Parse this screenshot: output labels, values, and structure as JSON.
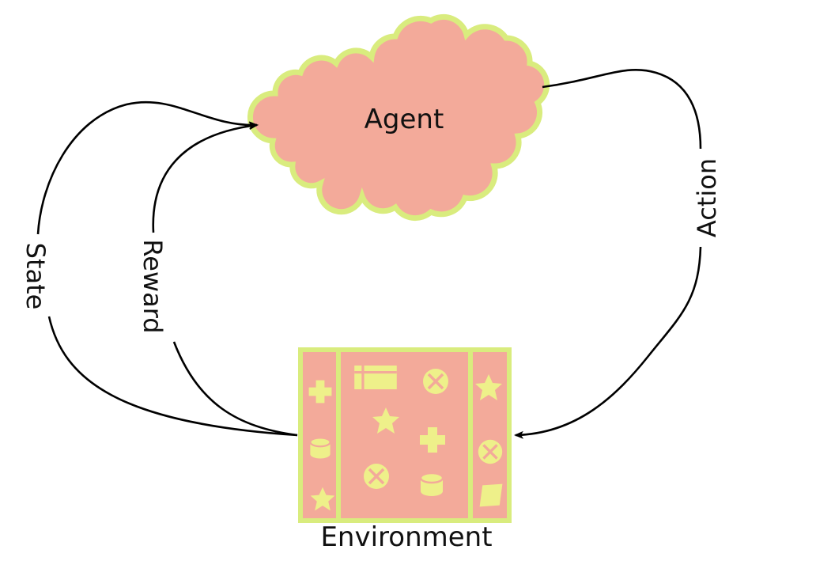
{
  "nodes": {
    "agent": {
      "label": "Agent"
    },
    "environment": {
      "label": "Environment"
    }
  },
  "edges": {
    "action": {
      "label": "Action",
      "from": "Agent",
      "to": "Environment"
    },
    "state": {
      "label": "State",
      "from": "Environment",
      "to": "Agent"
    },
    "reward": {
      "label": "Reward",
      "from": "Environment",
      "to": "Agent"
    }
  },
  "colors": {
    "node_fill": "#f3aa9a",
    "node_stroke": "#d9ec7e",
    "icon_fill": "#eef08a",
    "arrow": "#000000",
    "text": "#111111"
  },
  "environment_icons": {
    "left_column": [
      "plus-shape-icon",
      "cylinder-icon",
      "star-icon"
    ],
    "center_column": [
      "card-icon",
      "crossed-circle-icon",
      "star-icon",
      "plus-shape-icon",
      "crossed-circle-icon",
      "cylinder-icon"
    ],
    "right_column": [
      "star-icon",
      "crossed-circle-icon",
      "rhombus-icon"
    ]
  }
}
